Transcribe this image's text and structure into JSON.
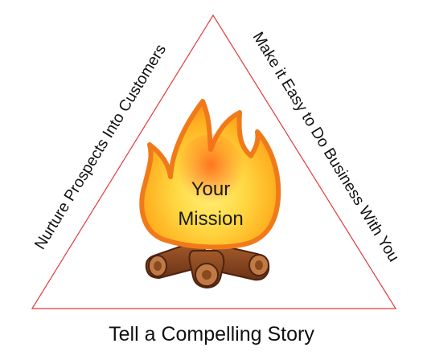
{
  "labels": {
    "left_side": "Nurture Prospects Into Customers",
    "right_side": "Make it Easy to Do Business With You",
    "bottom": "Tell a Compelling Story",
    "center_line1": "Your",
    "center_line2": "Mission"
  },
  "colors": {
    "triangle_stroke": "#e23a3a",
    "flame_outer": "#f07a1a",
    "flame_inner": "#ffd640",
    "flame_core": "#fff27a",
    "log_dark": "#6b3216",
    "log_light": "#a35a2a"
  },
  "icons": {
    "center": "campfire-icon"
  }
}
